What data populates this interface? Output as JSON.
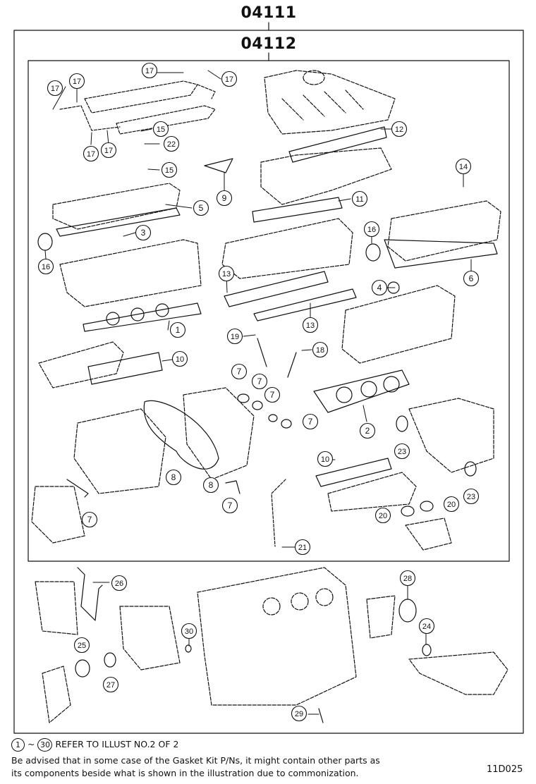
{
  "header": {
    "outer_kit": "04111",
    "inner_kit": "04112"
  },
  "callouts": [
    {
      "id": "c1",
      "label": "1"
    },
    {
      "id": "c2",
      "label": "2"
    },
    {
      "id": "c3",
      "label": "3"
    },
    {
      "id": "c4",
      "label": "4"
    },
    {
      "id": "c5",
      "label": "5"
    },
    {
      "id": "c6",
      "label": "6"
    },
    {
      "id": "c7a",
      "label": "7"
    },
    {
      "id": "c7b",
      "label": "7"
    },
    {
      "id": "c7c",
      "label": "7"
    },
    {
      "id": "c7d",
      "label": "7"
    },
    {
      "id": "c7e",
      "label": "7"
    },
    {
      "id": "c7f",
      "label": "7"
    },
    {
      "id": "c8a",
      "label": "8"
    },
    {
      "id": "c8b",
      "label": "8"
    },
    {
      "id": "c9",
      "label": "9"
    },
    {
      "id": "c10a",
      "label": "10"
    },
    {
      "id": "c10b",
      "label": "10"
    },
    {
      "id": "c11",
      "label": "11"
    },
    {
      "id": "c12",
      "label": "12"
    },
    {
      "id": "c13a",
      "label": "13"
    },
    {
      "id": "c13b",
      "label": "13"
    },
    {
      "id": "c14",
      "label": "14"
    },
    {
      "id": "c15a",
      "label": "15"
    },
    {
      "id": "c15b",
      "label": "15"
    },
    {
      "id": "c16a",
      "label": "16"
    },
    {
      "id": "c16b",
      "label": "16"
    },
    {
      "id": "c17a",
      "label": "17"
    },
    {
      "id": "c17b",
      "label": "17"
    },
    {
      "id": "c17c",
      "label": "17"
    },
    {
      "id": "c17d",
      "label": "17"
    },
    {
      "id": "c17e",
      "label": "17"
    },
    {
      "id": "c17f",
      "label": "17"
    },
    {
      "id": "c18",
      "label": "18"
    },
    {
      "id": "c19",
      "label": "19"
    },
    {
      "id": "c20a",
      "label": "20"
    },
    {
      "id": "c20b",
      "label": "20"
    },
    {
      "id": "c21",
      "label": "21"
    },
    {
      "id": "c22",
      "label": "22"
    },
    {
      "id": "c23a",
      "label": "23"
    },
    {
      "id": "c23b",
      "label": "23"
    },
    {
      "id": "c24",
      "label": "24"
    },
    {
      "id": "c25",
      "label": "25"
    },
    {
      "id": "c26",
      "label": "26"
    },
    {
      "id": "c27",
      "label": "27"
    },
    {
      "id": "c28",
      "label": "28"
    },
    {
      "id": "c29",
      "label": "29"
    },
    {
      "id": "c30",
      "label": "30"
    }
  ],
  "footer": {
    "range_start": "1",
    "range_sep": "~",
    "range_end": "30",
    "range_text": "REFER TO ILLUST NO.2 OF 2",
    "note_line1": "Be advised that in some case of the Gasket Kit P/Ns,  it might contain other parts as",
    "note_line2": "its components beside what is shown in the illustration due to commonization.",
    "illustration_code": "11D025"
  }
}
